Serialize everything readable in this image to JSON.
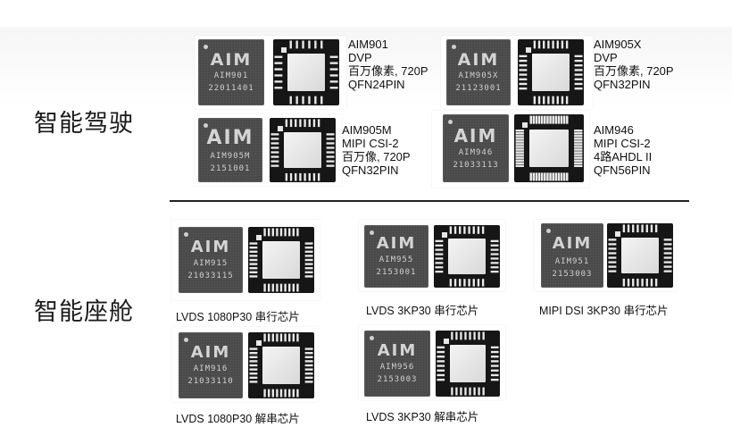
{
  "sections": {
    "driving": "智能驾驶",
    "cockpit": "智能座舱"
  },
  "driving_chips": [
    {
      "logo": "AIM",
      "model": "AIM901",
      "lot": "22011401",
      "lines": [
        "AIM901",
        "DVP",
        "百万像素, 720P",
        "QFN24PIN"
      ]
    },
    {
      "logo": "AIM",
      "model": "AIM905X",
      "lot": "21123001",
      "lines": [
        "AIM905X",
        "DVP",
        "百万像素, 720P",
        "QFN32PIN"
      ]
    },
    {
      "logo": "AIM",
      "model": "AIM905M",
      "lot": "2151001",
      "lines": [
        "AIM905M",
        "MIPI CSI-2",
        "百万像, 720P",
        "QFN32PIN"
      ]
    },
    {
      "logo": "AIM",
      "model": "AIM946",
      "lot": "21033113",
      "lines": [
        "AIM946",
        "MIPI CSI-2",
        "4路AHDL II",
        "QFN56PIN"
      ]
    }
  ],
  "cockpit_chips": [
    {
      "logo": "AIM",
      "model": "AIM915",
      "lot": "21033115",
      "caption": "LVDS 1080P30 串行芯片"
    },
    {
      "logo": "AIM",
      "model": "AIM955",
      "lot": "2153001",
      "caption": "LVDS 3KP30 串行芯片"
    },
    {
      "logo": "AIM",
      "model": "AIM951",
      "lot": "2153003",
      "caption": "MIPI DSI 3KP30 串行芯片"
    },
    {
      "logo": "AIM",
      "model": "AIM916",
      "lot": "21033110",
      "caption": "LVDS 1080P30 解串芯片"
    },
    {
      "logo": "AIM",
      "model": "AIM956",
      "lot": "2153003",
      "caption": "LVDS 3KP30 解串芯片"
    }
  ]
}
